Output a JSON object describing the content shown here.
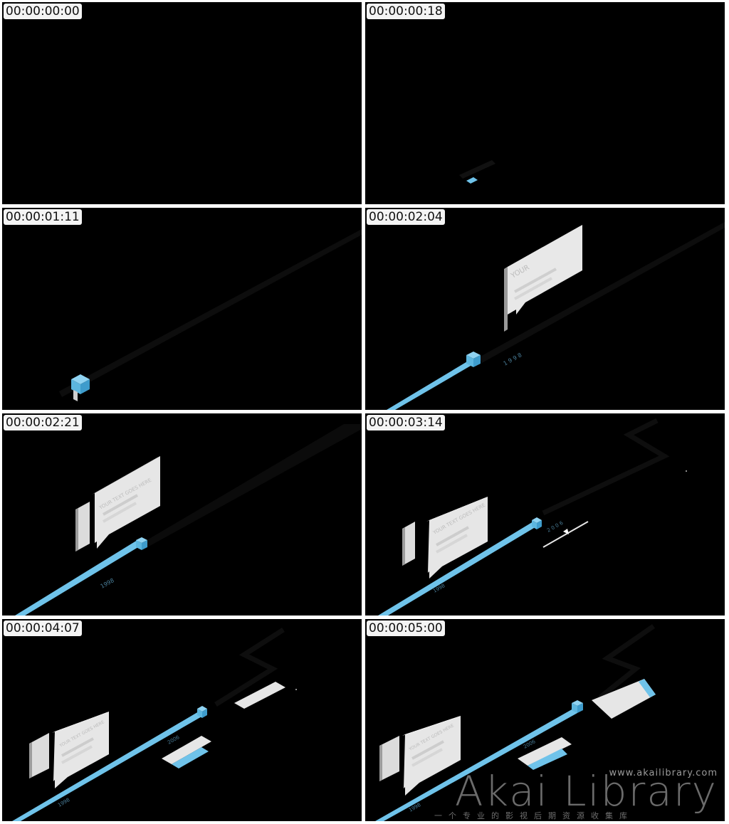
{
  "frames": [
    {
      "timestamp": "00:00:00:00"
    },
    {
      "timestamp": "00:00:00:18"
    },
    {
      "timestamp": "00:00:01:11"
    },
    {
      "timestamp": "00:00:02:04",
      "card_text": "YOUR",
      "year_label": "1 9 9 8"
    },
    {
      "timestamp": "00:00:02:21",
      "card_text": "YOUR TEXT GOES HERE",
      "year_label": "1998"
    },
    {
      "timestamp": "00:00:03:14",
      "card_text": "YOUR TEXT GOES HERE",
      "year_label": "1998",
      "year_label_2": "2 0 0 6"
    },
    {
      "timestamp": "00:00:04:07",
      "card_text": "YOUR TEXT GOES HERE",
      "year_label": "1998",
      "year_label_2": "2006"
    },
    {
      "timestamp": "00:00:05:00",
      "card_text": "YOUR TEXT GOES HERE",
      "year_label": "1998",
      "year_label_2": "2006"
    }
  ],
  "watermark": {
    "url": "www.akailibrary.com",
    "logo": "Akai Library",
    "tagline": "一个专业的影视后期资源收集库"
  },
  "colors": {
    "frame_bg": "#000000",
    "timeline_accent": "#6fc3ea",
    "card": "#e8e8e8"
  }
}
